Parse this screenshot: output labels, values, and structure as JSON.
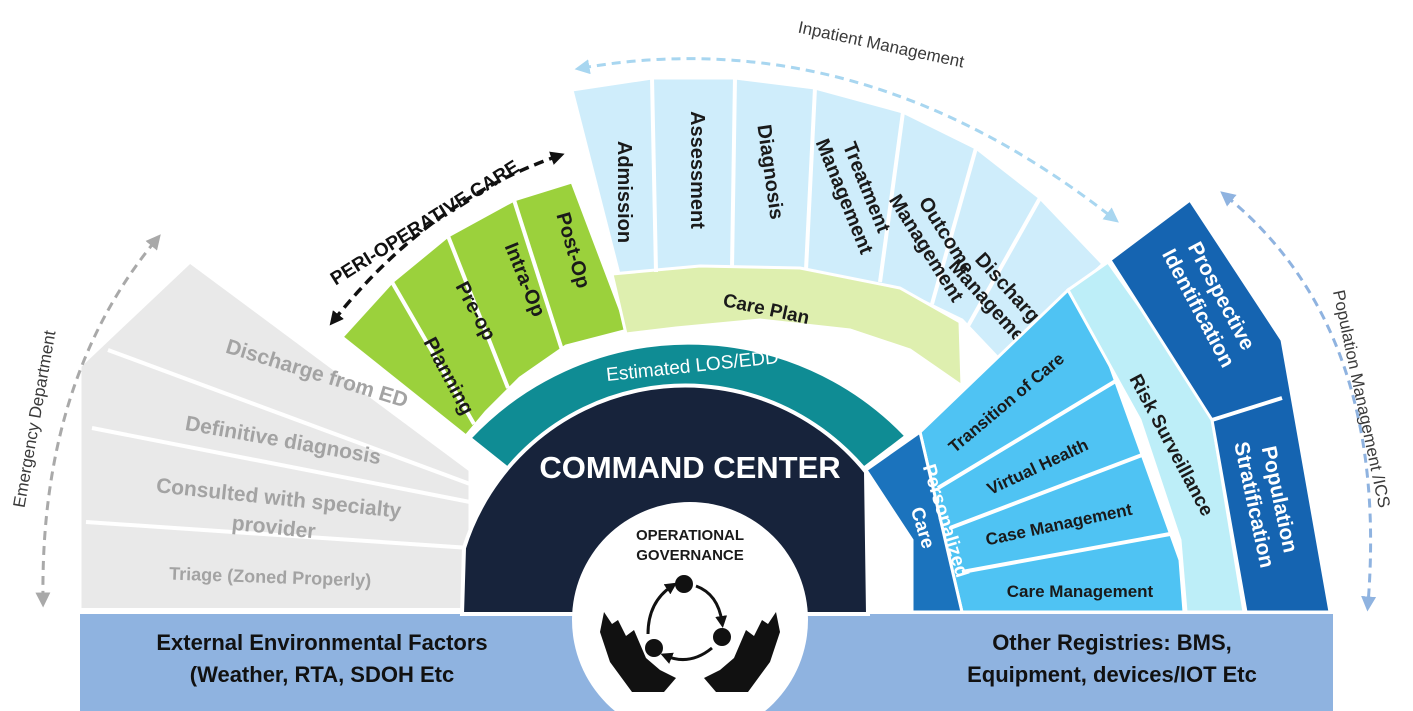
{
  "colors": {
    "ed_fill": "#e9e9e9",
    "ed_text": "#a3a3a3",
    "peri_fill": "#9bd13c",
    "inpatient_fill": "#cfedfb",
    "care_plan_fill": "#deefaf",
    "teal_band": "#0f8c94",
    "core_navy": "#17233b",
    "personalized_blue": "#1b73bd",
    "care_blue": "#4fc3f3",
    "risk_fill": "#bdeef8",
    "population_blue": "#1564b1",
    "bottom_band": "#8fb3e0"
  },
  "emergency_department": {
    "label": "Emergency Department",
    "items": [
      "Discharge from ED",
      "Definitive diagnosis",
      "Consulted with specialty",
      "provider",
      "Triage (Zoned Properly)"
    ]
  },
  "peri_operative": {
    "label": "PERI-OPERATIVE CARE",
    "items": [
      "Planning",
      "Pre-op",
      "Intra-Op",
      "Post-Op"
    ]
  },
  "inpatient": {
    "label": "Inpatient Management",
    "items": [
      [
        "Admission"
      ],
      [
        "Assessment"
      ],
      [
        "Diagnosis"
      ],
      [
        "Treatment",
        "Management"
      ],
      [
        "Outcome",
        "Management"
      ],
      [
        "Discharge",
        "Management"
      ]
    ],
    "care_plan": "Care Plan"
  },
  "estimated_los": "Estimated LOS/EDD",
  "command_center": "COMMAND CENTER",
  "governance": [
    "OPERATIONAL",
    "GOVERNANCE"
  ],
  "personalized_care": [
    "Personalized",
    "Care"
  ],
  "care_continuum": [
    "Transition of Care",
    "Virtual Health",
    "Case Management",
    "Care Management"
  ],
  "risk_surveillance": "Risk Surveillance",
  "population": {
    "label": "Population Management /ICS",
    "items": [
      [
        "Prospective",
        "Identification"
      ],
      [
        "Population",
        "Stratification"
      ]
    ]
  },
  "bottom": {
    "left": [
      "External Environmental Factors",
      "(Weather, RTA, SDOH Etc"
    ],
    "right": [
      "Other Registries: BMS,",
      "Equipment, devices/IOT Etc"
    ]
  },
  "icons": {
    "governance": "hands-with-cycle-icon"
  }
}
